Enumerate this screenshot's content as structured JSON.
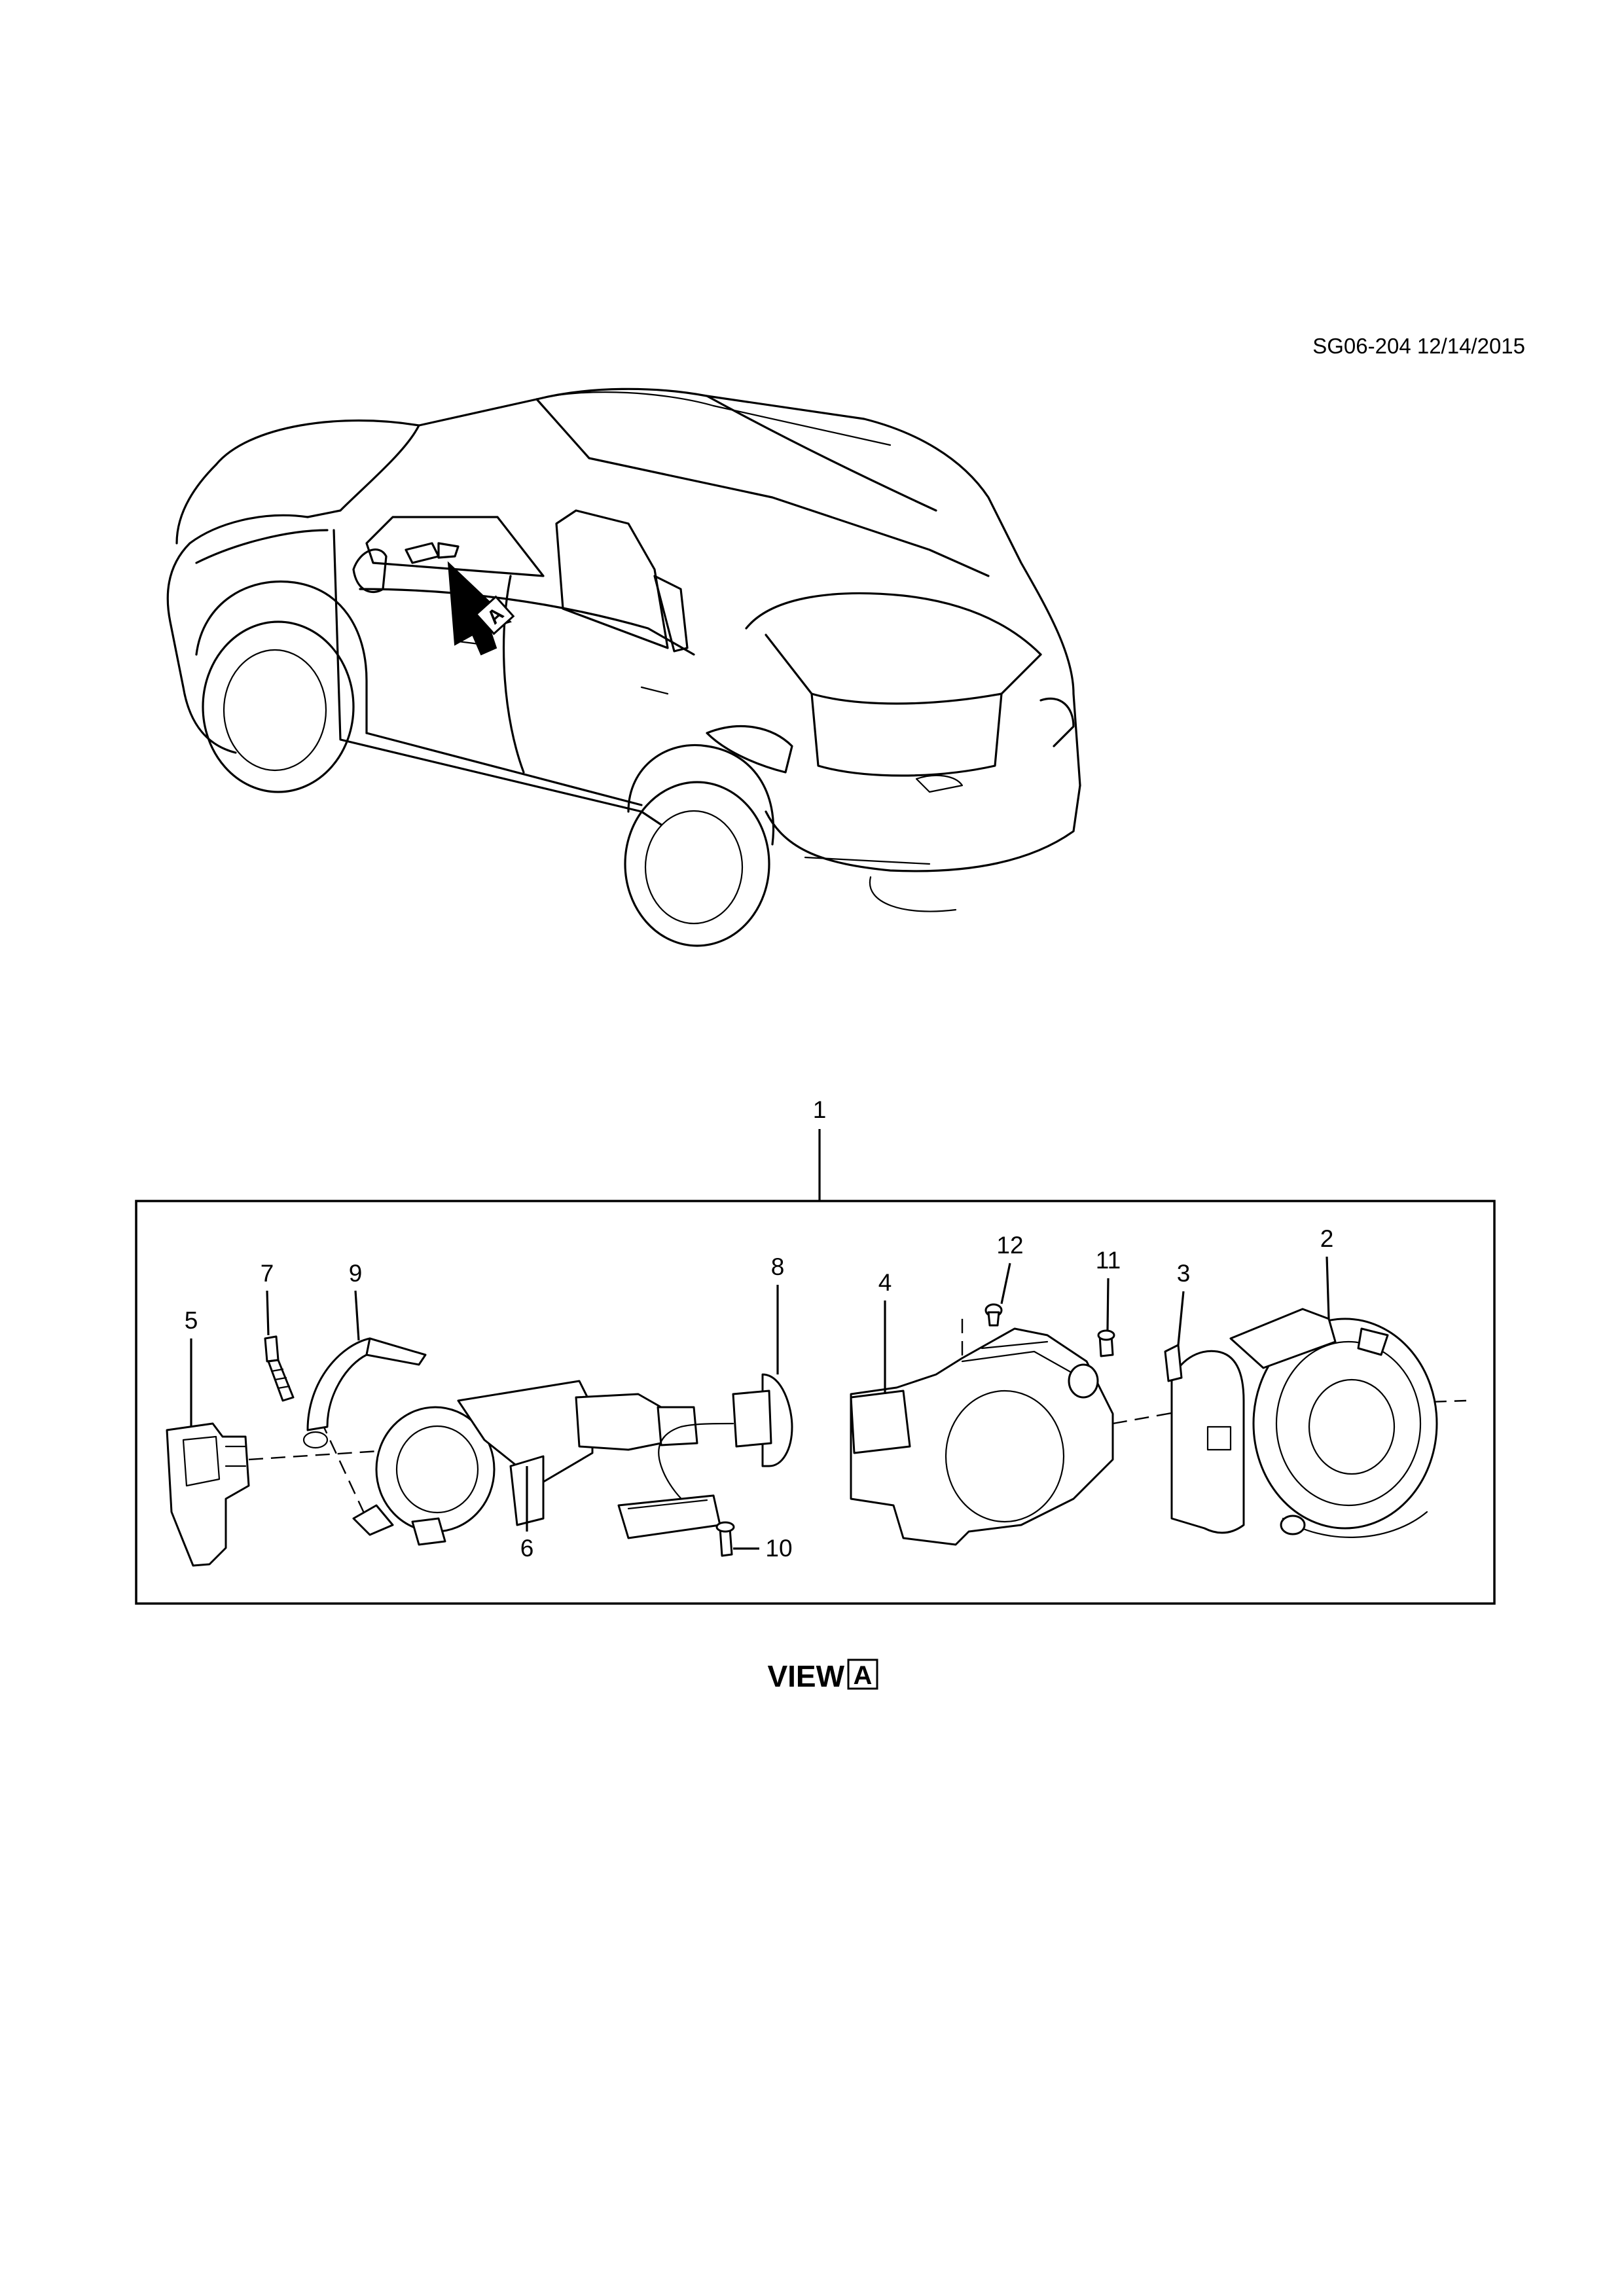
{
  "header": {
    "drawing_code": "SG06-204 12/14/2015"
  },
  "view_marker": {
    "letter": "A"
  },
  "assembly": {
    "callout": "1",
    "parts": [
      {
        "number": "2"
      },
      {
        "number": "3"
      },
      {
        "number": "4"
      },
      {
        "number": "5"
      },
      {
        "number": "6"
      },
      {
        "number": "7"
      },
      {
        "number": "8"
      },
      {
        "number": "9"
      },
      {
        "number": "10"
      },
      {
        "number": "11"
      },
      {
        "number": "12"
      }
    ]
  },
  "view_caption": {
    "text": "VIEW",
    "letter": "A"
  }
}
